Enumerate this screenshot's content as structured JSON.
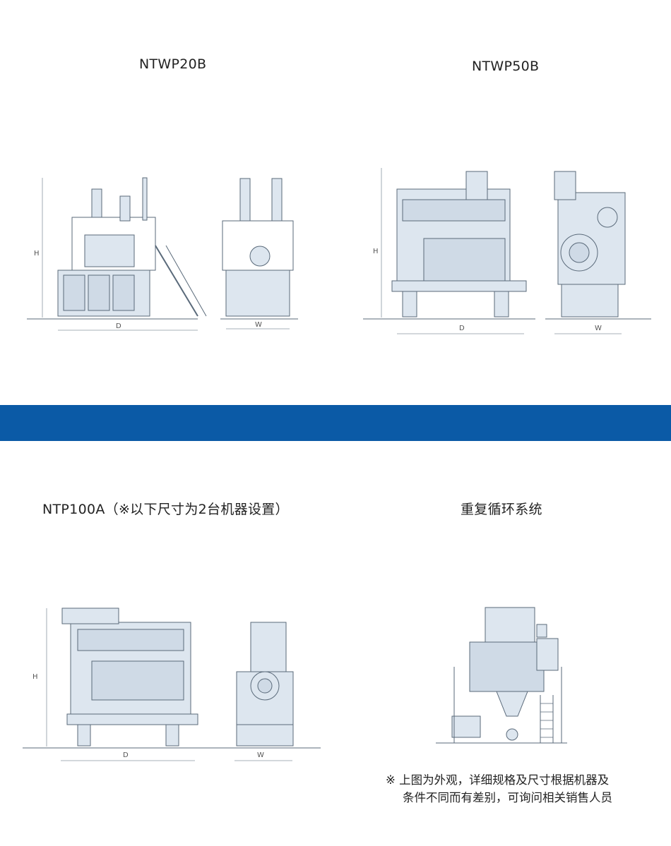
{
  "sections": {
    "ntwp20b": {
      "title": "NTWP20B"
    },
    "ntwp50b": {
      "title": "NTWP50B"
    },
    "ntp100a": {
      "title": "NTP100A（※以下尺寸为2台机器设置）"
    },
    "recycle": {
      "title": "重复循环系统"
    }
  },
  "dimension_labels": {
    "height": "H",
    "depth": "D",
    "width": "W"
  },
  "note": {
    "line1": "※ 上图为外观，详细规格及尺寸根据机器及",
    "line2": "条件不同而有差别，可询问相关销售人员"
  },
  "colors": {
    "band": "#0b5aa6",
    "machine_fill": "#dde6ef",
    "machine_stroke": "#5a6a7a"
  }
}
